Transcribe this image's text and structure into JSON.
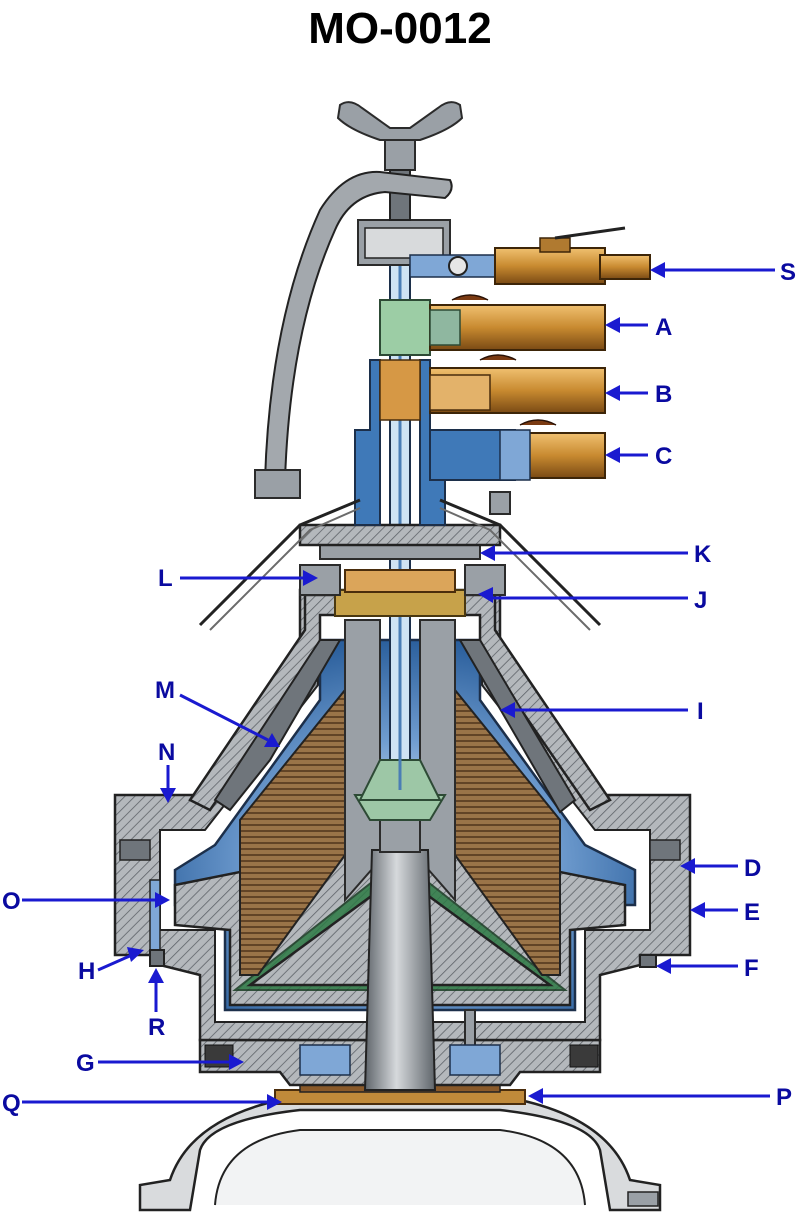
{
  "title": "MO-0012",
  "callouts": [
    {
      "id": "S",
      "label": "S"
    },
    {
      "id": "A",
      "label": "A"
    },
    {
      "id": "B",
      "label": "B"
    },
    {
      "id": "C",
      "label": "C"
    },
    {
      "id": "K",
      "label": "K"
    },
    {
      "id": "L",
      "label": "L"
    },
    {
      "id": "J",
      "label": "J"
    },
    {
      "id": "M",
      "label": "M"
    },
    {
      "id": "I",
      "label": "I"
    },
    {
      "id": "N",
      "label": "N"
    },
    {
      "id": "D",
      "label": "D"
    },
    {
      "id": "O",
      "label": "O"
    },
    {
      "id": "E",
      "label": "E"
    },
    {
      "id": "H",
      "label": "H"
    },
    {
      "id": "F",
      "label": "F"
    },
    {
      "id": "R",
      "label": "R"
    },
    {
      "id": "G",
      "label": "G"
    },
    {
      "id": "Q",
      "label": "Q"
    },
    {
      "id": "P",
      "label": "P"
    }
  ],
  "colors": {
    "callout": "#0a0aa0",
    "leader": "#1a1ad0",
    "liquid": "#3f79b8",
    "brass": "#c08a3a",
    "metal": "#9aa0a6"
  }
}
